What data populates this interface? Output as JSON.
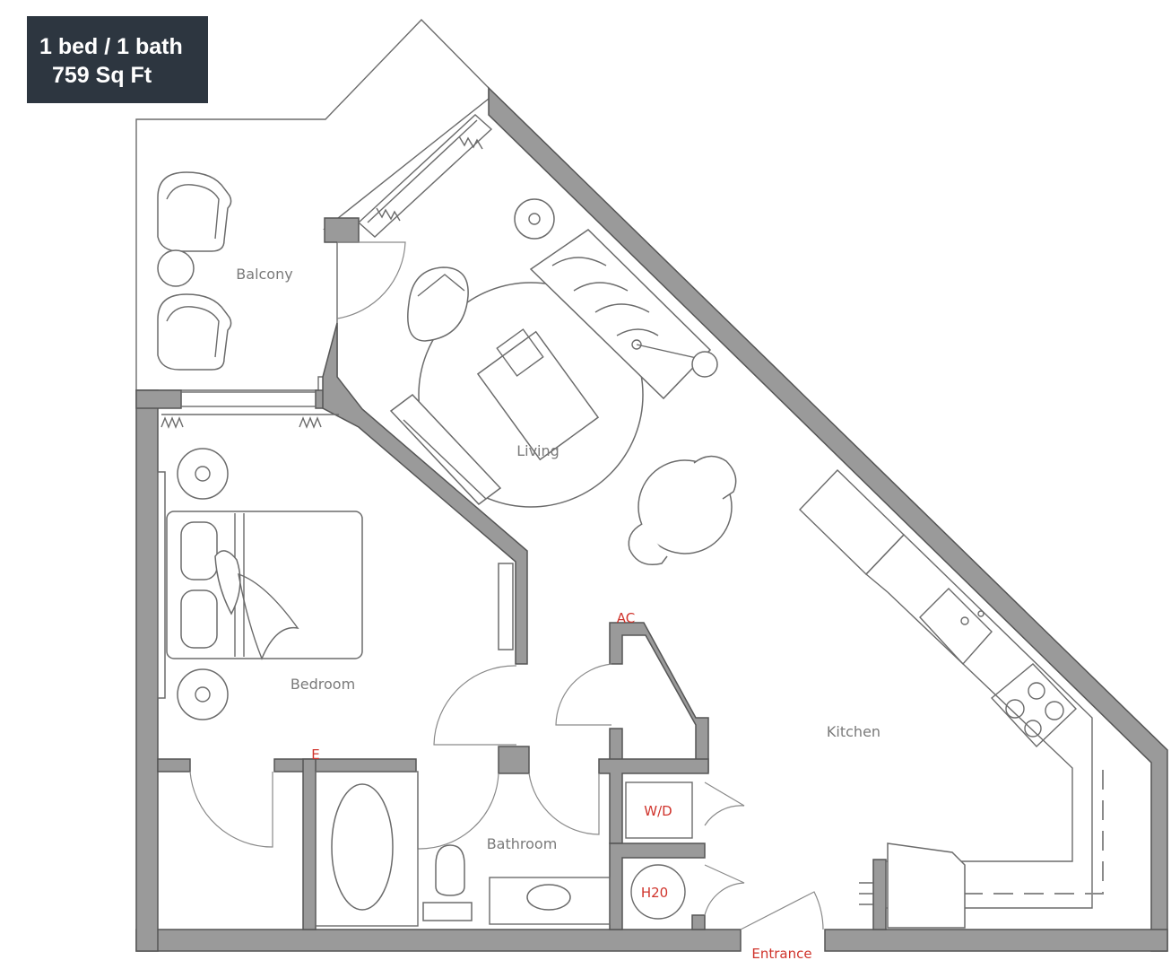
{
  "header": {
    "unit_type": "1 bed / 1 bath",
    "area": "759 Sq Ft",
    "background": "#2d3640"
  },
  "rooms": {
    "balcony": "Balcony",
    "living": "Living",
    "bedroom": "Bedroom",
    "kitchen": "Kitchen",
    "bathroom": "Bathroom",
    "entrance": "Entrance"
  },
  "fixtures": {
    "ac": "AC",
    "electrical": "E",
    "washer_dryer": "W/D",
    "water_heater": "H20"
  },
  "colors": {
    "wall": "#9a9a9a",
    "fixture_label": "#d0342c",
    "room_label": "#7a7a7a"
  }
}
